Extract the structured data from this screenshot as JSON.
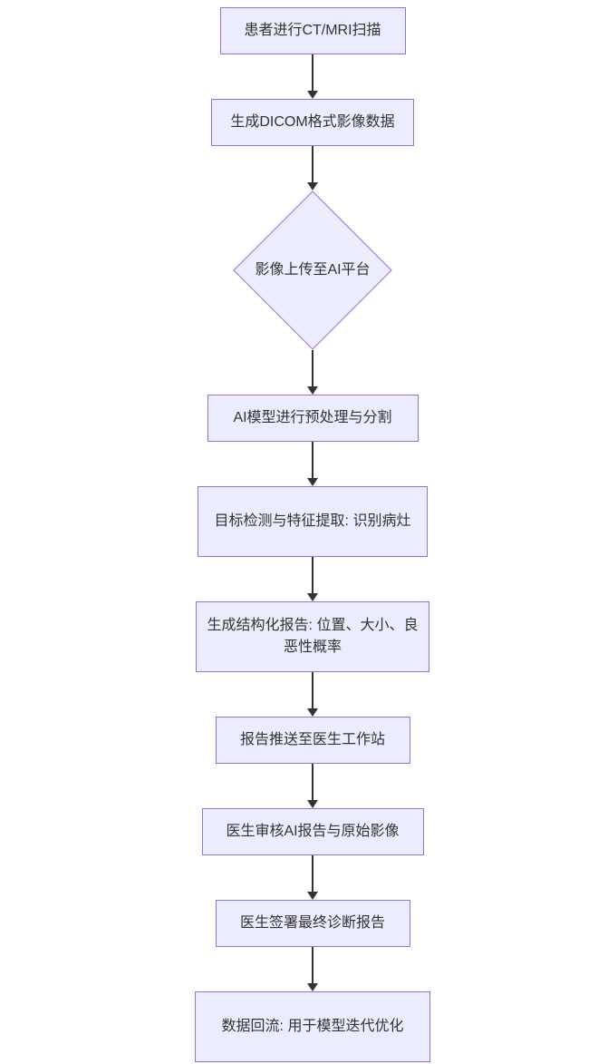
{
  "diagram": {
    "type": "flowchart",
    "direction": "top-down",
    "colors": {
      "node_fill": "#ECECFF",
      "node_border": "#9370DB",
      "text": "#333333",
      "arrow": "#333333",
      "background": "#FFFFFF"
    },
    "nodes": [
      {
        "id": "A",
        "shape": "rect",
        "label": "患者进行CT/MRI扫描"
      },
      {
        "id": "B",
        "shape": "rect",
        "label": "生成DICOM格式影像数据"
      },
      {
        "id": "C",
        "shape": "diamond",
        "label": "影像上传至AI平台"
      },
      {
        "id": "D",
        "shape": "rect",
        "label": "AI模型进行预处理与分割"
      },
      {
        "id": "E",
        "shape": "rect",
        "label": "目标检测与特征提取: 识别病灶"
      },
      {
        "id": "F",
        "shape": "rect",
        "label": "生成结构化报告: 位置、大小、良恶性概率"
      },
      {
        "id": "G",
        "shape": "rect",
        "label": "报告推送至医生工作站"
      },
      {
        "id": "H",
        "shape": "rect",
        "label": "医生审核AI报告与原始影像"
      },
      {
        "id": "I",
        "shape": "rect",
        "label": "医生签署最终诊断报告"
      },
      {
        "id": "J",
        "shape": "rect",
        "label": "数据回流: 用于模型迭代优化"
      }
    ],
    "edges": [
      {
        "from": "A",
        "to": "B"
      },
      {
        "from": "B",
        "to": "C"
      },
      {
        "from": "C",
        "to": "D"
      },
      {
        "from": "D",
        "to": "E"
      },
      {
        "from": "E",
        "to": "F"
      },
      {
        "from": "F",
        "to": "G"
      },
      {
        "from": "G",
        "to": "H"
      },
      {
        "from": "H",
        "to": "I"
      },
      {
        "from": "I",
        "to": "J"
      }
    ]
  }
}
